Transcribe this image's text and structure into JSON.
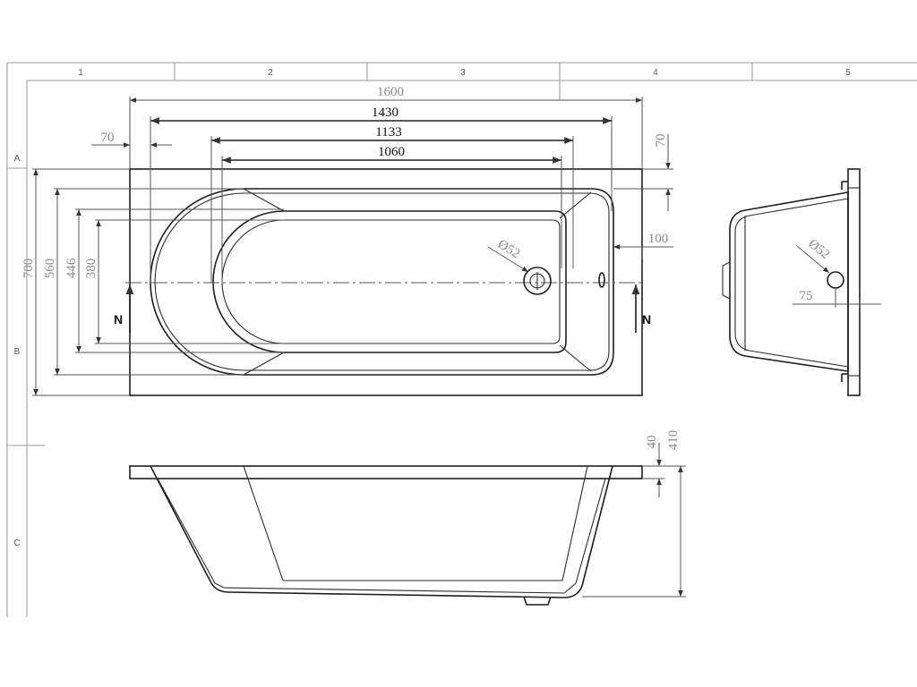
{
  "grid": {
    "columns": [
      "1",
      "2",
      "3",
      "4",
      "5"
    ],
    "rows": [
      "A",
      "B",
      "C"
    ]
  },
  "dimensions": {
    "length_overall": "1600",
    "length_inner_top": "1430",
    "length_inner": "1133",
    "length_floor": "1060",
    "offset_left": "70",
    "offset_top": "70",
    "overflow_offset": "100",
    "width_overall": "700",
    "width_inner": "560",
    "width_mid": "446",
    "width_floor": "380",
    "drain_diameter_plan": "Ø52",
    "drain_diameter_end": "Ø52",
    "end_offset": "75",
    "rim_height": "40",
    "total_height": "410"
  },
  "section_marks": {
    "left": "N",
    "right": "N"
  },
  "colors": {
    "line": "#1e1e1e",
    "dimension_grey": "#8a8a8a",
    "frame": "#9a9a9a"
  }
}
